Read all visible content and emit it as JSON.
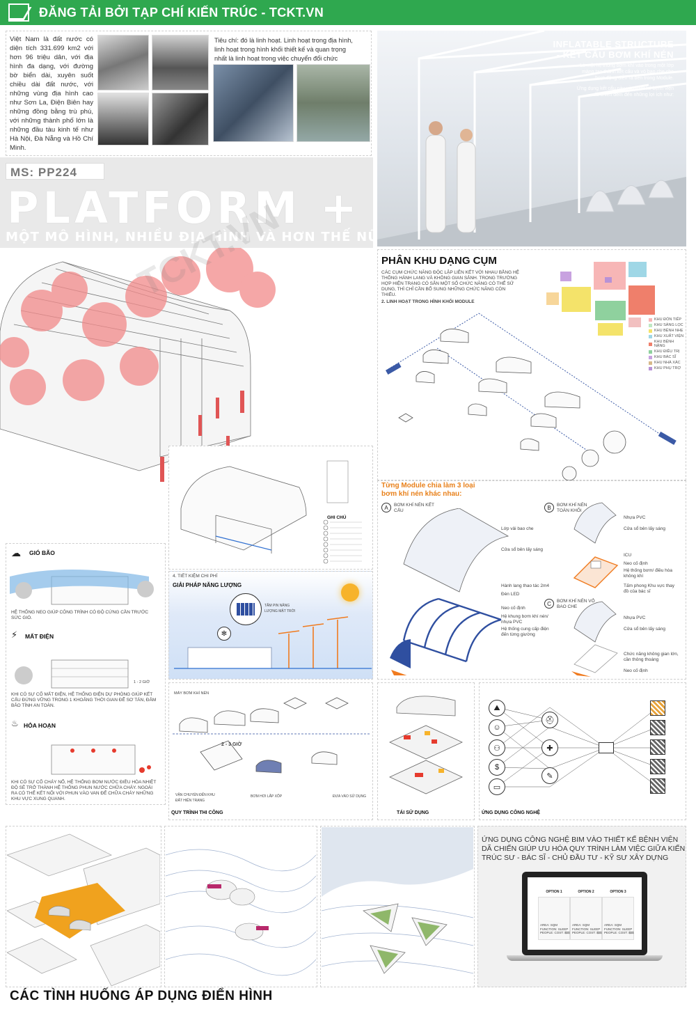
{
  "banner": {
    "title": "ĐĂNG TẢI BỞI TẠP CHÍ KIẾN TRÚC - TCKT.VN"
  },
  "intro": {
    "text_left": "Việt Nam là đất nước có diện tích 331.699 km2 với hơn 96 triệu dân, với địa hình đa dạng, với đường bờ biển dài, xuyên suốt chiều dài đất nước, với những vùng địa hình cao như Sơn La, Điện Biên hay những đồng bằng trù phú, với những thành phố lớn là những đầu tàu kinh tế như Hà Nội, Đà Nẵng và Hồ Chí Minh.",
    "text_right": "Tiêu chí: đó là linh hoạt. Linh hoạt trong địa hình, linh hoạt trong hình khối thiết kế và quan trọng nhất là linh hoạt trong việc chuyển đổi chức năng và tái sử dụng."
  },
  "project": {
    "code": "MS: PP224",
    "title": "PLATFORM +",
    "subtitle": "MỘT MÔ HÌNH, NHIỀU ĐỊA HÌNH VÀ HƠN THẾ NỮA"
  },
  "hero": {
    "title_line1": "INFLATABLE STRUCTURE",
    "title_line2": "- KẾT CẤU BƠM KHÍ NÉN",
    "desc1": "Là một hệ thống bơm khí vào trong một lớp màng tạo thành kết cấu và vỏ bao che cho hoạt động diễn ra bên trong Module.",
    "desc2": "Ứng dụng kết cấu này vào thiết kế bệnh viện dã chiến đem đến những lợi ích như:"
  },
  "cluster": {
    "title": "PHÂN KHU DẠNG CỤM",
    "desc": "CÁC CỤM CHỨC NĂNG ĐỘC LẬP LIÊN KẾT VỚI NHAU BẰNG HỆ THỐNG HÀNH LANG VÀ KHÔNG GIAN SẢNH. TRONG TRƯỜNG HỢP HIỆN TRẠNG CÓ SẴN MỘT SỐ CHỨC NĂNG CÓ THỂ SỬ DỤNG, THÌ CHỈ CẦN BỔ SUNG NHỮNG CHỨC NĂNG CÒN THIẾU.",
    "sub": "2. LINH HOẠT TRONG HÌNH KHỐI MODULE",
    "legend": [
      "KHU ĐÓN TIẾP",
      "KHU SÀNG LỌC",
      "KHU BỆNH NHẸ",
      "KHU XUẤT VIỆN",
      "KHU BỆNH NẶNG",
      "KHU ĐIỀU TRỊ",
      "KHU BÁC SĨ",
      "KHU NHÀ XÁC",
      "KHU PHỤ TRỢ"
    ],
    "legend_colors": [
      "#f7b6b6",
      "#bfe8c3",
      "#f4e36a",
      "#9fd7e6",
      "#ef7f6b",
      "#8fd19e",
      "#c8a2e0",
      "#d7b98a",
      "#b892d6"
    ]
  },
  "modules": {
    "intro_line1": "Từng Module chia làm 3 loại",
    "intro_line2": "bơm khí nén khác nhau:",
    "a_title": "BƠM KHÍ NÉN KẾT CẤU",
    "b_title": "BƠM KHÍ NÉN TOÀN KHỐI",
    "c_title": "BƠM KHÍ NÉN VỎ BAO CHE",
    "a_labels": [
      "Lớp vải bao che",
      "Cửa sổ bên lấy sáng",
      "Hành lang thao tác 2m4",
      "Đèn LED",
      "Neo cố định",
      "Hệ khung bơm khí nén/ nhựa PVC",
      "Hệ thống cung cấp điện đến từng giường"
    ],
    "b_labels": [
      "Nhựa PVC",
      "Cửa sổ bên lấy sáng",
      "ICU",
      "Neo cố định",
      "Hệ thống bơm/ điều hòa không khí",
      "Tấm phong Khu vực thay đồ của bác sĩ"
    ],
    "c_labels": [
      "Nhựa PVC",
      "Cửa sổ bên lấy sáng",
      "Chức năng không gian lớn, cần thông thoáng",
      "Neo cố định"
    ]
  },
  "disasters": {
    "storm_title": "GIÓ BÃO",
    "storm_text": "HỆ THỐNG NEO GIÚP CÔNG TRÌNH CÓ ĐỘ CỨNG CẦN TRƯỚC SỨC GIÓ.",
    "power_title": "MẤT ĐIỆN",
    "power_note": "1 - 2 GIỜ",
    "power_text": "KHI CÓ SỰ CỐ MẤT ĐIỆN, HỆ THỐNG ĐIỆN DỰ PHÒNG GIÚP KẾT CẤU ĐỨNG VỮNG TRONG 1 KHOẢNG THỜI GIAN ĐỂ SƠ TÁN, ĐẢM BẢO TÍNH AN TOÀN.",
    "fire_title": "HỎA HOẠN",
    "fire_text": "KHI CÓ SỰ CỐ CHÁY NỔ, HỆ THỐNG BƠM NƯỚC ĐIỀU HÒA NHIỆT ĐỘ SẼ TRỞ THÀNH HỆ THỐNG PHUN NƯỚC CHỮA CHÁY. NGOÀI RA CÓ THỂ KẾT NỐI VỚI PHUN VÀO VAN ĐỂ CHỮA CHÁY NHỮNG KHU VỰC XUNG QUANH."
  },
  "energy": {
    "label": "4. TIẾT KIỆM CHI PHÍ",
    "title": "GIẢI PHÁP NĂNG LƯỢNG",
    "panel_label": "TẤM PIN NĂNG LƯỢNG MẶT TRỜI"
  },
  "notes": {
    "title": "GHI CHÚ"
  },
  "construction": {
    "title": "QUY TRÌNH THI CÔNG",
    "machine": "MÁY BƠM KHÍ NÉN",
    "time": "2 - 3 GIỜ",
    "step1": "VẬN CHUYỂN ĐẾN KHU ĐẤT HIỆN TRẠNG",
    "step2": "BƠM HƠI LẮP XỐP",
    "step3": "ĐƯA VÀO SỬ DỤNG"
  },
  "reuse": {
    "title": "TÁI SỬ DỤNG"
  },
  "tech": {
    "title": "ỨNG DỤNG CÔNG NGHỆ"
  },
  "bim": {
    "text": "ỨNG DỤNG CÔNG NGHỆ BIM VÀO THIẾT KẾ BỆNH VIỆN DÃ CHIẾN GIÚP ƯU HÓA QUY TRÌNH LÀM VIỆC GIỮA KIẾN TRÚC SƯ - BÁC SĨ - CHỦ ĐẦU TƯ - KỸ SƯ XÂY DỰNG",
    "options": [
      "OPTION 1",
      "OPTION 2",
      "OPTION 3"
    ],
    "option_text": "AREA: SQM FUNCTION: SLEEP PEOPLE: COST: $$$"
  },
  "scenarios": {
    "title": "CÁC TÌNH HUỐNG ÁP DỤNG ĐIỂN HÌNH"
  },
  "watermark": "TCKT.VN"
}
